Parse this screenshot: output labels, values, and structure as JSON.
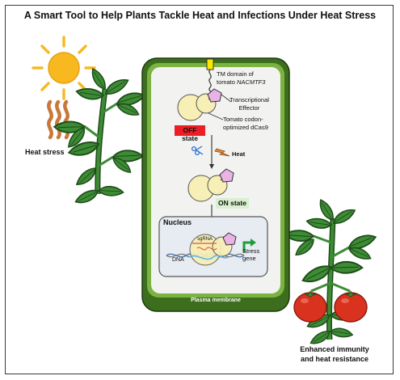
{
  "title": "A Smart Tool to Help Plants Tackle Heat and Infections Under Heat Stress",
  "left": {
    "heat_stress": "Heat stress"
  },
  "right": {
    "outcome_line1": "Enhanced immunity",
    "outcome_line2": "and heat resistance"
  },
  "cell": {
    "tm_line1": "TM domain of",
    "tm_line2_prefix": "tomato ",
    "tm_line2_gene": "NACMTF3",
    "effector_line1": "Transcriptional",
    "effector_line2": "Effector",
    "dcas_line1": "Tomato codon-",
    "dcas_line2": "optimized dCas9",
    "off_state": "OFF state",
    "heat": "Heat",
    "on_state": "ON state",
    "nucleus": "Nucleus",
    "sgrna": "sgRNA",
    "dna": "DNA",
    "stress_gene_line1": "Stress",
    "stress_gene_line2": "gene",
    "plasma_membrane": "Plasma membrane"
  },
  "colors": {
    "cell_wall_outer": "#3c6e1e",
    "cell_wall_inner": "#7bb342",
    "cytoplasm": "#f2f2f0",
    "nucleus_fill": "#e7ebf2",
    "cas9": "#f7efb5",
    "effector": "#e9b3e6",
    "off_badge": "#ee1c24",
    "on_badge": "#d8f0cf",
    "sun": "#f8b920",
    "heat_waves": "#c8783a",
    "leaf": "#3d8c35",
    "tomato": "#d9321f",
    "promoter_arrow": "#1e9e3a"
  },
  "icons": [
    "sun-icon",
    "heat-waves-icon",
    "plant-icon",
    "tomato-plant-icon",
    "scissors-icon",
    "lightning-icon",
    "promoter-arrow-icon"
  ]
}
